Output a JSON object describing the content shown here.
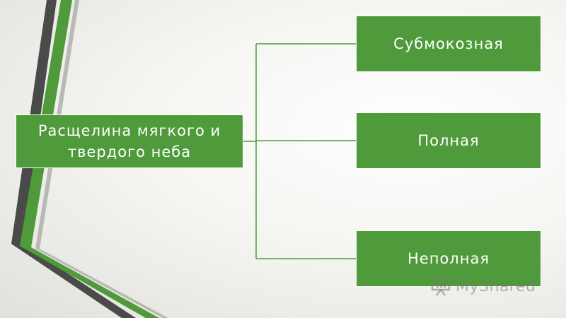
{
  "diagram": {
    "root": {
      "label": "Расщелина мягкого и твердого неба"
    },
    "children": [
      {
        "label": "Субмокозная"
      },
      {
        "label": "Полная"
      },
      {
        "label": "Неполная"
      }
    ]
  },
  "watermark": {
    "text": "MyShared",
    "icon": "presentation-board-icon"
  },
  "colors": {
    "box_fill": "#4f9a3a",
    "connector": "#4f9a3a",
    "stripe_dark": "#4a4a4a",
    "stripe_green": "#4f9a3a"
  }
}
